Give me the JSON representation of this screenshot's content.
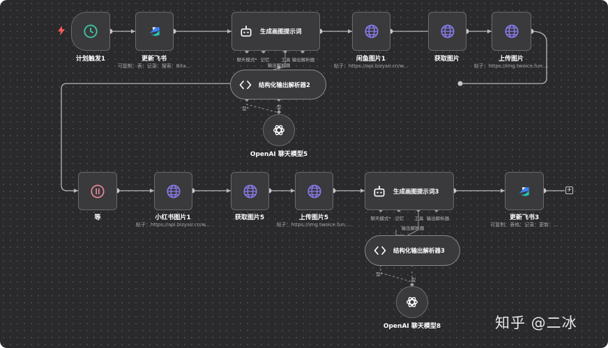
{
  "nodes": {
    "n1": {
      "title": "计划触发1",
      "sub": ""
    },
    "n2": {
      "title": "更新飞书",
      "sub": "可复制：表：记录：搜索：Bita..."
    },
    "n3": {
      "label": "生成画图提示词"
    },
    "n4": {
      "title": "闲鱼图片1",
      "sub": "帖子：https://api.bizyair.cn/w..."
    },
    "n5": {
      "title": "获取图片",
      "sub": ""
    },
    "n6": {
      "title": "上传图片",
      "sub": "帖子：https://img.twoice.fun:..."
    },
    "p1": {
      "label": "结构化输出解析器2"
    },
    "m1": {
      "title": "OpenAI 聊天模型5"
    },
    "n7": {
      "title": "等",
      "sub": ""
    },
    "n8": {
      "title": "小红书图片1",
      "sub": "帖子：https://api.bizyair.cn/w..."
    },
    "n9": {
      "title": "获取图片5",
      "sub": ""
    },
    "n10": {
      "title": "上传图片5",
      "sub": "帖子：https://img.twoice.fun:..."
    },
    "n11": {
      "label": "生成画图提示词3"
    },
    "n12": {
      "title": "更新飞书3",
      "sub": "可复制：表格：记录：更新：..."
    },
    "p2": {
      "label": "结构化输出解析器3"
    },
    "m2": {
      "title": "OpenAI 聊天模型8"
    }
  },
  "ports1": {
    "a": "聊天模式*",
    "b": "记忆",
    "c": "工具",
    "d": "输出解析器",
    "e": "输出解析器"
  },
  "ports2": {
    "a": "聊天模式*",
    "b": "记忆",
    "c": "工具",
    "d": "输出解析器",
    "e": "输出解析器"
  },
  "pill_ports": {
    "p1a": "型*",
    "p1b": "型",
    "p2a": "型*",
    "p2b": "型"
  },
  "add_button": "+",
  "watermark": "知乎 @二冰",
  "icons": {
    "trigger": "clock-icon",
    "feishu": "feishu-logo-icon",
    "agent": "robot-icon",
    "http": "globe-icon",
    "wait": "pause-icon",
    "parser": "code-brackets-icon",
    "openai": "openai-logo-icon",
    "bolt": "lightning-bolt-icon"
  },
  "colors": {
    "background": "#2a2a2d",
    "node": "#3a3a3d",
    "wire": "#b8b8bc",
    "clock": "#3ec7a0",
    "globe": "#8a7cf0",
    "pause": "#f08a9a",
    "bolt": "#ff5a5a",
    "feishu_blue": "#3b82f6",
    "feishu_teal": "#22c7b8"
  }
}
